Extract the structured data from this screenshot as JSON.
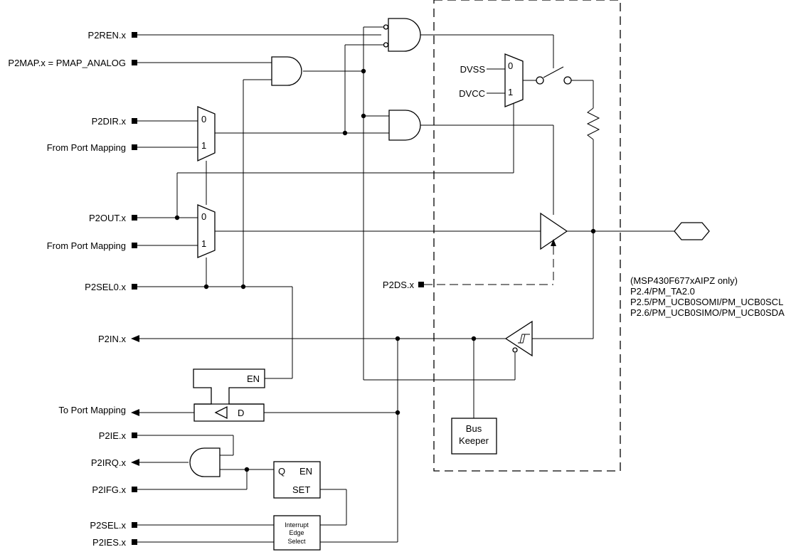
{
  "colors": {
    "line": "#000000",
    "background": "#ffffff"
  },
  "inputs": {
    "p2ren": "P2REN.x",
    "p2map": "P2MAP.x = PMAP_ANALOG",
    "p2dir": "P2DIR.x",
    "from_pm_1": "From Port Mapping",
    "p2out": "P2OUT.x",
    "from_pm_2": "From Port Mapping",
    "p2sel0": "P2SEL0.x",
    "p2ds": "P2DS.x",
    "p2ie": "P2IE.x",
    "p2ifg": "P2IFG.x",
    "p2sel": "P2SEL.x",
    "p2ies": "P2IES.x"
  },
  "outputs": {
    "p2in": "P2IN.x",
    "to_pm": "To Port Mapping",
    "p2irq": "P2IRQ.x"
  },
  "mux_labels": {
    "zero": "0",
    "one": "1"
  },
  "supply": {
    "dvss": "DVSS",
    "dvcc": "DVCC"
  },
  "blocks": {
    "en": "EN",
    "d": "D",
    "bus_keeper": [
      "Bus",
      "Keeper"
    ],
    "latch_q": "Q",
    "latch_en": "EN",
    "latch_set": "SET",
    "edge_select": [
      "Interrupt",
      "Edge",
      "Select"
    ]
  },
  "pin_note": [
    "(MSP430F677xAIPZ only)",
    "P2.4/PM_TA2.0",
    "P2.5/PM_UCB0SOMI/PM_UCB0SCL",
    "P2.6/PM_UCB0SIMO/PM_UCB0SDA"
  ]
}
